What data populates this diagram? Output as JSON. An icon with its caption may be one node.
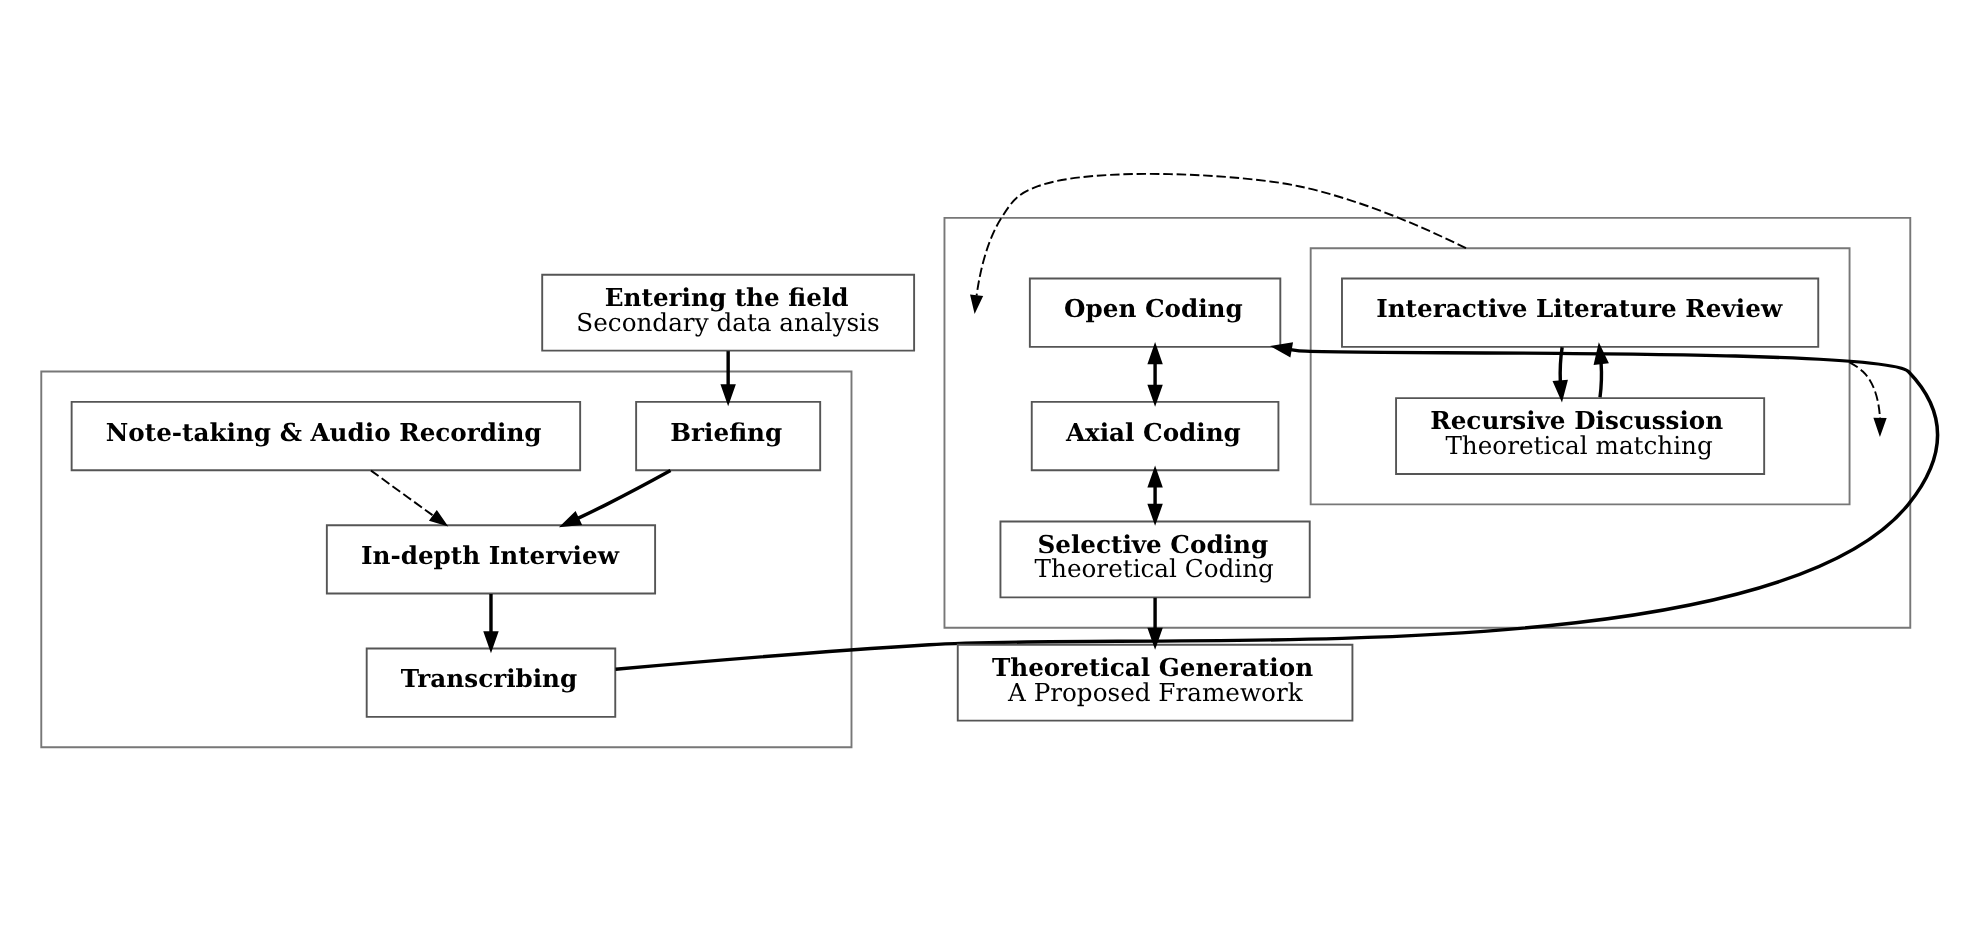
{
  "diagram": {
    "nodes": [
      {
        "text": [
          "Entering the field",
          "Secondary data analysis"
        ]
      },
      {
        "text": [],
        "shape": "box"
      },
      {
        "text": [
          "Briefing"
        ],
        "in": 1
      },
      {
        "text": [
          "In-depth Interview"
        ],
        "in": 1
      },
      {
        "text": [
          "Note-taking & Audio Recording"
        ],
        "in": 1
      },
      {
        "text": [
          "Transcribing"
        ],
        "in": 1
      },
      {
        "text": [],
        "shape": "box"
      },
      {
        "text": [
          "Open Coding"
        ],
        "in": 6
      },
      {
        "text": [
          "Axial Coding"
        ],
        "in": 6
      },
      {
        "text": [
          "Selective Coding",
          "Theoretical Coding"
        ],
        "in": 6
      },
      {
        "text": [],
        "shape": "box",
        "in": 6
      },
      {
        "text": [
          "Interactive Literature Review"
        ],
        "in": 10
      },
      {
        "text": [
          "Recursive Discussion",
          "Theoretical matching"
        ],
        "in": 10
      },
      {
        "text": [
          "Theoretical Generation",
          "A Proposed Framework"
        ]
      }
    ],
    "edges": [
      {
        "from": 0,
        "to": 2,
        "arrow": "to"
      },
      {
        "from": 2,
        "to": 3,
        "arrow": "to"
      },
      {
        "from": 3,
        "to": 5,
        "arrow": "to"
      },
      {
        "from": 4,
        "to": 3,
        "arrow": "to",
        "style": "dashed"
      },
      {
        "from": 5,
        "to": 7,
        "arrow": "to"
      },
      {
        "from": 7,
        "to": 8,
        "arrow": "both"
      },
      {
        "from": 8,
        "to": 9,
        "arrow": "both"
      },
      {
        "from": 10,
        "to": null,
        "arrow": "to",
        "style": "dashed"
      },
      {
        "from": 10,
        "to": null,
        "arrow": "to",
        "style": "dashed"
      },
      {
        "from": 11,
        "to": 12,
        "arrow": "to"
      },
      {
        "from": 12,
        "to": 11,
        "arrow": "to"
      },
      {
        "from": 9,
        "to": 13,
        "arrow": "to"
      }
    ]
  }
}
